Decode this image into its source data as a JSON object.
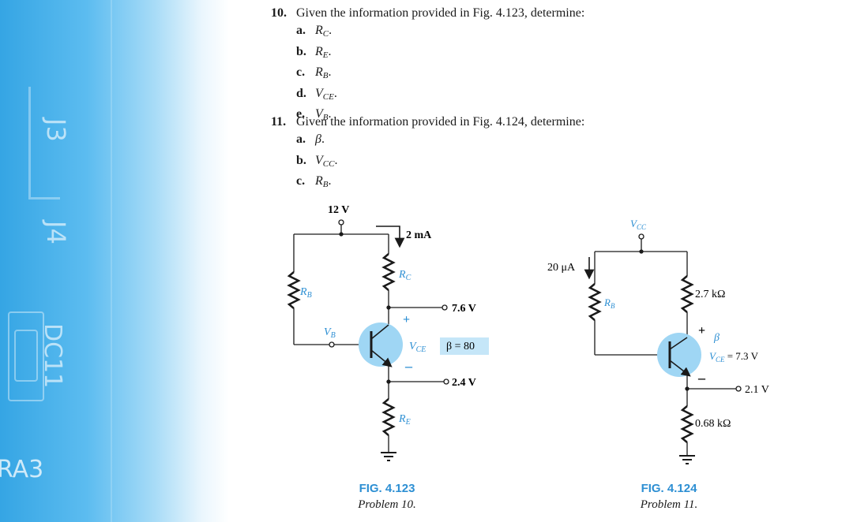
{
  "margin_art": {
    "silkscreen": [
      "J3",
      "J4",
      "DC11",
      "RA3"
    ]
  },
  "problems": [
    {
      "number": "10.",
      "prompt": "Given the information provided in Fig. 4.123, determine:",
      "items": [
        {
          "label": "a.",
          "symbol": "R",
          "sub": "C",
          "end": "."
        },
        {
          "label": "b.",
          "symbol": "R",
          "sub": "E",
          "end": "."
        },
        {
          "label": "c.",
          "symbol": "R",
          "sub": "B",
          "end": "."
        },
        {
          "label": "d.",
          "symbol": "V",
          "sub": "CE",
          "end": "."
        },
        {
          "label": "e.",
          "symbol": "V",
          "sub": "B",
          "end": "."
        }
      ]
    },
    {
      "number": "11.",
      "prompt": "Given the information provided in Fig. 4.124, determine:",
      "items": [
        {
          "label": "a.",
          "symbol": "β",
          "sub": "",
          "end": "."
        },
        {
          "label": "b.",
          "symbol": "V",
          "sub": "CC",
          "end": "."
        },
        {
          "label": "c.",
          "symbol": "R",
          "sub": "B",
          "end": "."
        }
      ]
    }
  ],
  "fig1": {
    "supply": "12 V",
    "collector_current": "2 mA",
    "rc": "R",
    "rc_sub": "C",
    "rb": "R",
    "rb_sub": "B",
    "vb": "V",
    "vb_sub": "B",
    "vc": "7.6 V",
    "ve": "2.4 V",
    "vce": "V",
    "vce_sub": "CE",
    "plus": "+",
    "minus": "–",
    "beta": "β = 80",
    "re": "R",
    "re_sub": "E",
    "label": "FIG. 4.123",
    "caption": "Problem 10."
  },
  "fig2": {
    "supply": "V",
    "supply_sub": "CC",
    "base_current": "20 μA",
    "rb": "R",
    "rb_sub": "B",
    "rc": "2.7 kΩ",
    "beta": "β",
    "vce": "V",
    "vce_sub": "CE",
    "vce_value": " = 7.3 V",
    "plus": "+",
    "minus": "–",
    "ve": "2.1 V",
    "re": "0.68 kΩ",
    "label": "FIG. 4.124",
    "caption": "Problem 11."
  },
  "colors": {
    "margin_blue": "#35a5e4",
    "fig_label_blue": "#2d8fd3",
    "transistor_fill": "#9fd6f4",
    "beta_box_fill": "#c5e6f8"
  }
}
